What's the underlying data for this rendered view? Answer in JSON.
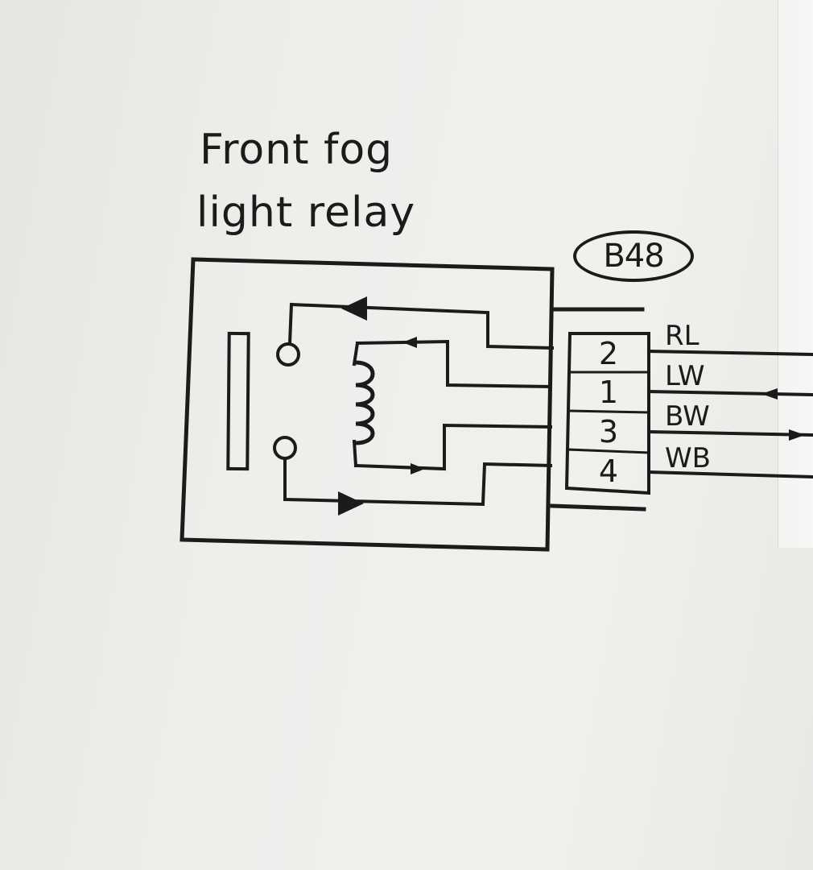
{
  "component": {
    "title_line_1": "Front fog",
    "title_line_2": "light relay",
    "connector_code": "B48"
  },
  "pins": [
    {
      "number": "2",
      "wire": "RL"
    },
    {
      "number": "1",
      "wire": "LW"
    },
    {
      "number": "3",
      "wire": "BW"
    },
    {
      "number": "4",
      "wire": "WB"
    }
  ],
  "colors": {
    "ink": "#1b1b1b",
    "paper": "#efeeeb"
  }
}
